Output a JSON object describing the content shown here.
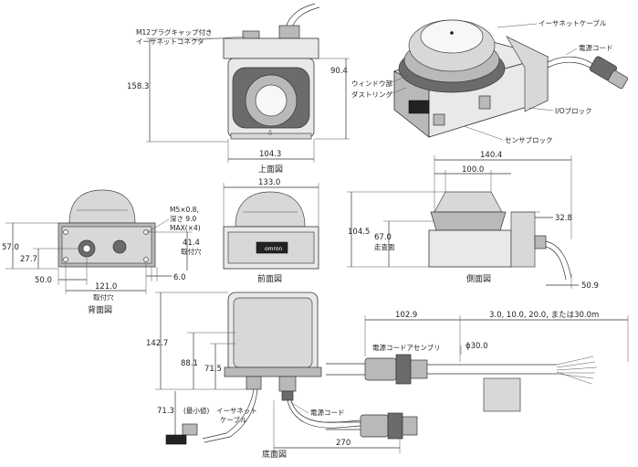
{
  "views": {
    "top_title": "上面図",
    "front_title": "前面図",
    "back_title": "背面図",
    "side_title": "側面図",
    "bottom_title": "底面図"
  },
  "labels": {
    "m12_cap_1": "M12プラグキャップ付き",
    "m12_cap_2": "イーサネットコネクタ",
    "window": "ウィンドウ部",
    "dust_ring": "ダストリング",
    "ethernet_cable": "イーサネットケーブル",
    "power_cord": "電源コード",
    "io_block": "I/Oブロック",
    "sensor_block": "センサブロック",
    "screw_1": "M5×0.8,",
    "screw_2": "深さ 9.0",
    "screw_3": "MAX(×4)",
    "mount_hole_a": "取付穴",
    "mount_hole_b": "取付穴",
    "scan_plane": "走査面",
    "power_cord_assembly": "電源コードアセンブリ",
    "min_value": "(最小値)",
    "eth_cable_1": "イーサネット",
    "eth_cable_2": "ケーブル",
    "power_cord_bottom": "電源コード",
    "omron": "omron"
  },
  "dimensions": {
    "top_height": "158.3",
    "top_body_height": "90.4",
    "top_width": "104.3",
    "front_width": "133.0",
    "back_h1": "57.0",
    "back_h2": "27.7",
    "back_41_4": "41.4",
    "back_50": "50.0",
    "back_6": "6.0",
    "back_121": "121.0",
    "side_140_4": "140.4",
    "side_100": "100.0",
    "side_104_5": "104.5",
    "side_67": "67.0",
    "side_32_8": "32.8",
    "side_50_9": "50.9",
    "bottom_142_7": "142.7",
    "bottom_88_1": "88.1",
    "bottom_71_5": "71.5",
    "bottom_71_3": "71.3",
    "bottom_270": "270",
    "cable_102_9": "102.9",
    "cable_lengths": "3.0, 10.0, 20.0, または30.0m",
    "cable_diameter": "ϕ30.0"
  },
  "colors": {
    "line": "#333333",
    "body_fill": "#e9e9e9",
    "dark_fill": "#6b6b6b",
    "mid_fill": "#b9b9b9"
  }
}
